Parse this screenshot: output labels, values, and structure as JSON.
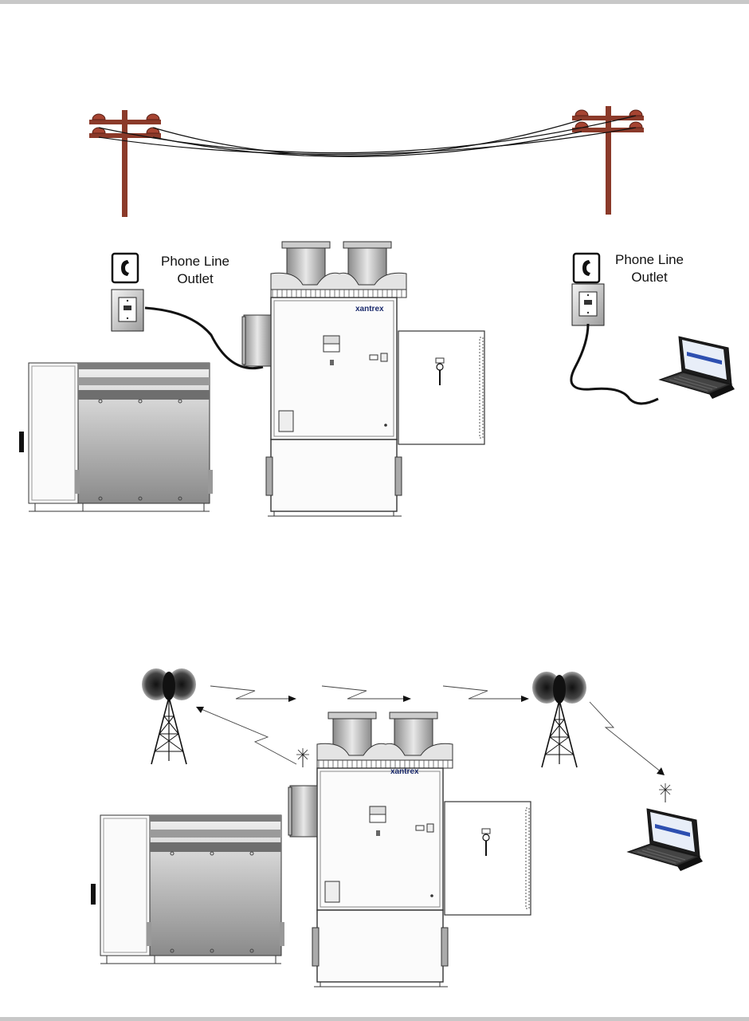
{
  "figure1": {
    "outlet_left_line1": "Phone Line",
    "outlet_left_line2": "Outlet",
    "outlet_right_line1": "Phone Line",
    "outlet_right_line2": "Outlet",
    "brand": "xantrex"
  },
  "figure2": {
    "brand": "xantrex"
  },
  "colors": {
    "pole": "#8b3a2a",
    "pole_dark": "#5a2016",
    "cabinet_shade": "#9a9a9a",
    "rule": "#c8c8c8"
  },
  "icons": [
    "telephone-icon",
    "phone-outlet-icon",
    "laptop-icon",
    "radio-tower-icon",
    "antenna-signal-icon"
  ]
}
